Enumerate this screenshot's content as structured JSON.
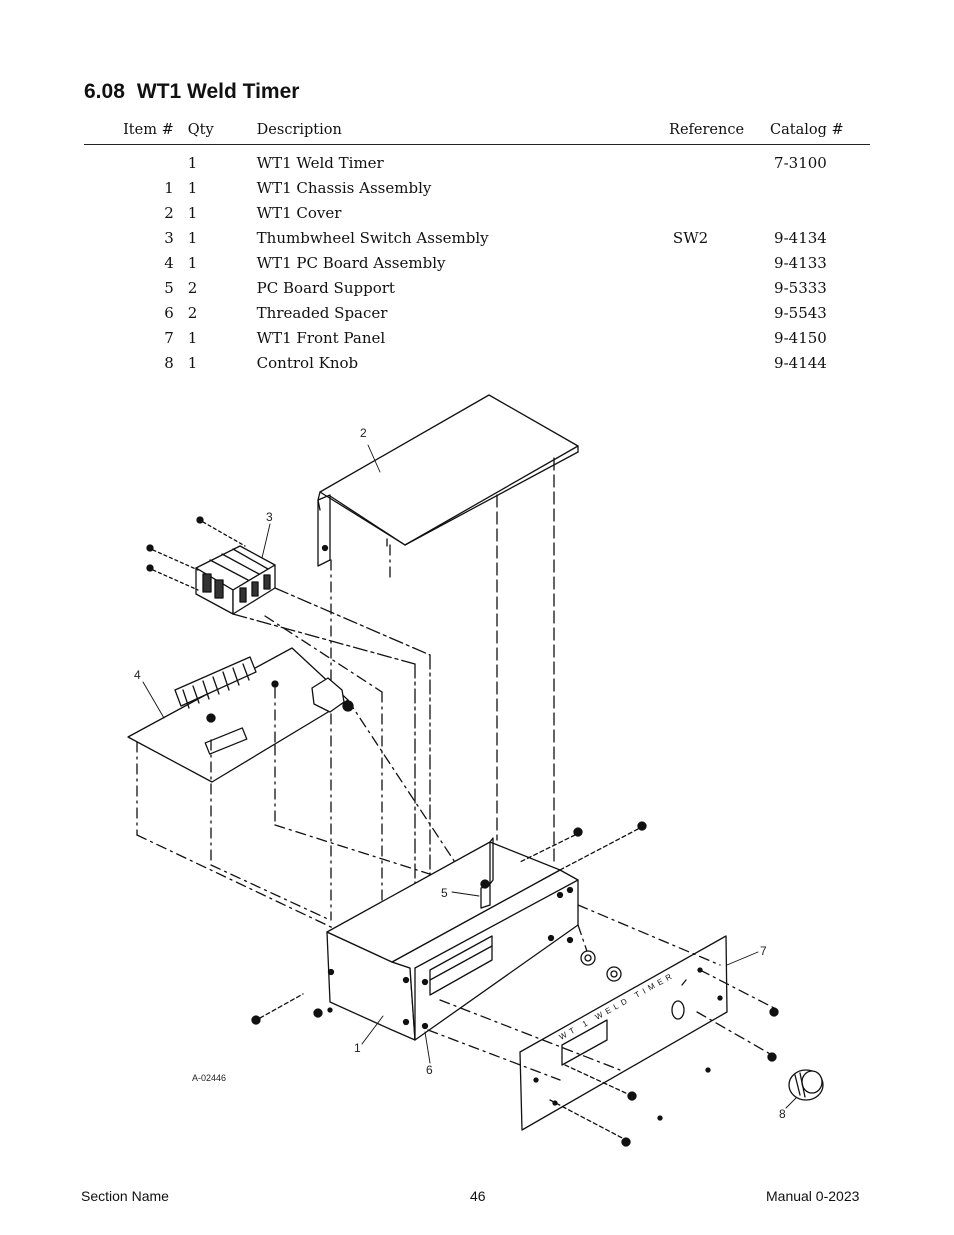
{
  "section": {
    "number": "6.08",
    "title": "WT1 Weld Timer"
  },
  "table": {
    "headers": {
      "item": "Item #",
      "qty": "Qty",
      "description": "Description",
      "reference": "Reference",
      "catalog": "Catalog #"
    },
    "rows": [
      {
        "item": "",
        "qty": "1",
        "description": "WT1 Weld Timer",
        "reference": "",
        "catalog": "7-3100"
      },
      {
        "item": "1",
        "qty": "1",
        "description": "WT1 Chassis Assembly",
        "reference": "",
        "catalog": ""
      },
      {
        "item": "2",
        "qty": "1",
        "description": "WT1 Cover",
        "reference": "",
        "catalog": ""
      },
      {
        "item": "3",
        "qty": "1",
        "description": "Thumbwheel Switch Assembly",
        "reference": "SW2",
        "catalog": "9-4134"
      },
      {
        "item": "4",
        "qty": "1",
        "description": "WT1 PC Board Assembly",
        "reference": "",
        "catalog": "9-4133"
      },
      {
        "item": "5",
        "qty": "2",
        "description": "PC Board Support",
        "reference": "",
        "catalog": "9-5333"
      },
      {
        "item": "6",
        "qty": "2",
        "description": "Threaded Spacer",
        "reference": "",
        "catalog": "9-5543"
      },
      {
        "item": "7",
        "qty": "1",
        "description": "WT1 Front Panel",
        "reference": "",
        "catalog": "9-4150"
      },
      {
        "item": "8",
        "qty": "1",
        "description": "Control Knob",
        "reference": "",
        "catalog": "9-4144"
      }
    ]
  },
  "diagram": {
    "callouts": {
      "c1": "1",
      "c2": "2",
      "c3": "3",
      "c4": "4",
      "c5": "5",
      "c6": "6",
      "c7": "7",
      "c8": "8"
    },
    "drawing_number": "A-02446",
    "panel_text": "WT 1 WELD TIMER"
  },
  "footer": {
    "left": "Section Name",
    "page": "46",
    "right": "Manual 0-2023"
  }
}
